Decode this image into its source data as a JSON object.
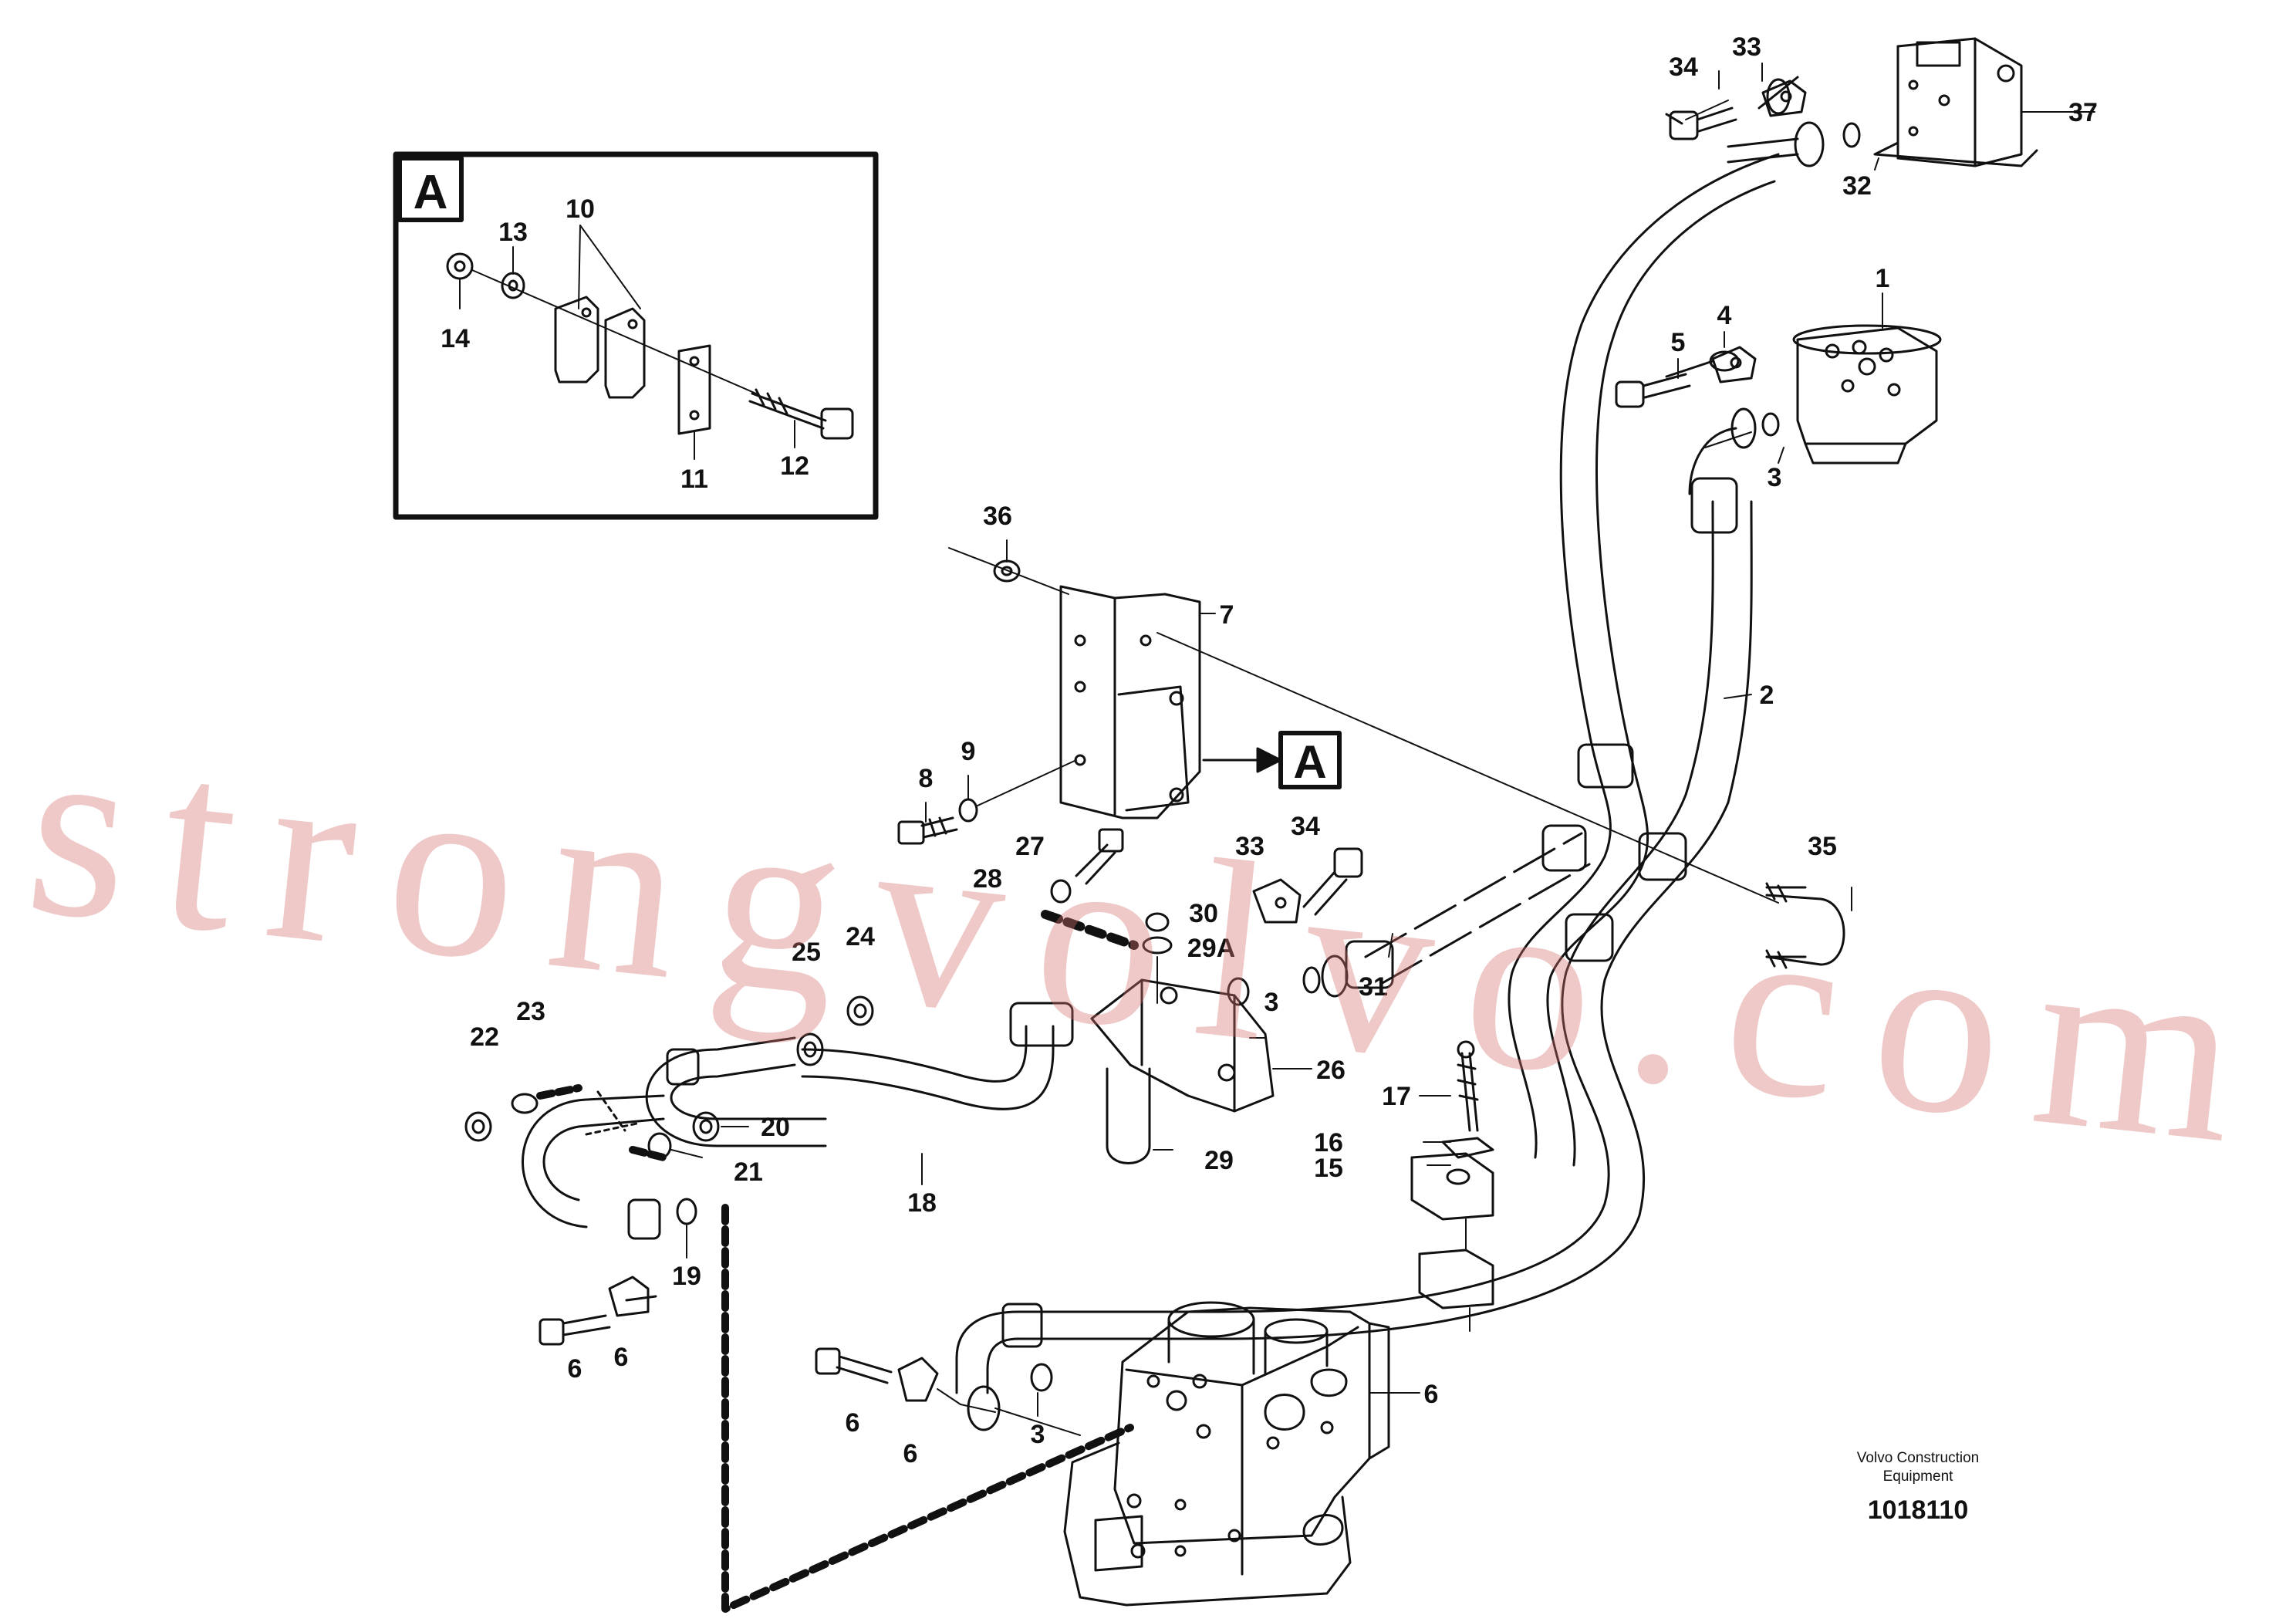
{
  "detail_label": "A",
  "callouts": [
    {
      "id": "c1",
      "text": "1"
    },
    {
      "id": "c2",
      "text": "2"
    },
    {
      "id": "c3a",
      "text": "3"
    },
    {
      "id": "c3b",
      "text": "3"
    },
    {
      "id": "c3c",
      "text": "3"
    },
    {
      "id": "c4",
      "text": "4"
    },
    {
      "id": "c5",
      "text": "5"
    },
    {
      "id": "c6a",
      "text": "6"
    },
    {
      "id": "c6b",
      "text": "6"
    },
    {
      "id": "c6c",
      "text": "6"
    },
    {
      "id": "c6d",
      "text": "6"
    },
    {
      "id": "c6e",
      "text": "6"
    },
    {
      "id": "c7",
      "text": "7"
    },
    {
      "id": "c8",
      "text": "8"
    },
    {
      "id": "c9",
      "text": "9"
    },
    {
      "id": "c10",
      "text": "10"
    },
    {
      "id": "c11",
      "text": "11"
    },
    {
      "id": "c12",
      "text": "12"
    },
    {
      "id": "c13",
      "text": "13"
    },
    {
      "id": "c14",
      "text": "14"
    },
    {
      "id": "c15",
      "text": "15"
    },
    {
      "id": "c16",
      "text": "16"
    },
    {
      "id": "c17",
      "text": "17"
    },
    {
      "id": "c18",
      "text": "18"
    },
    {
      "id": "c19",
      "text": "19"
    },
    {
      "id": "c20",
      "text": "20"
    },
    {
      "id": "c21",
      "text": "21"
    },
    {
      "id": "c22",
      "text": "22"
    },
    {
      "id": "c23",
      "text": "23"
    },
    {
      "id": "c24",
      "text": "24"
    },
    {
      "id": "c25",
      "text": "25"
    },
    {
      "id": "c26",
      "text": "26"
    },
    {
      "id": "c27",
      "text": "27"
    },
    {
      "id": "c28",
      "text": "28"
    },
    {
      "id": "c29",
      "text": "29"
    },
    {
      "id": "c29a",
      "text": "29A"
    },
    {
      "id": "c30",
      "text": "30"
    },
    {
      "id": "c31",
      "text": "31"
    },
    {
      "id": "c32",
      "text": "32"
    },
    {
      "id": "c33a",
      "text": "33"
    },
    {
      "id": "c33b",
      "text": "33"
    },
    {
      "id": "c34a",
      "text": "34"
    },
    {
      "id": "c34b",
      "text": "34"
    },
    {
      "id": "c35",
      "text": "35"
    },
    {
      "id": "c36",
      "text": "36"
    },
    {
      "id": "c37",
      "text": "37"
    }
  ],
  "watermark": "strongvolvo.com",
  "footer": {
    "maker_line1": "Volvo Construction",
    "maker_line2": "Equipment",
    "doc_number": "1018110"
  }
}
